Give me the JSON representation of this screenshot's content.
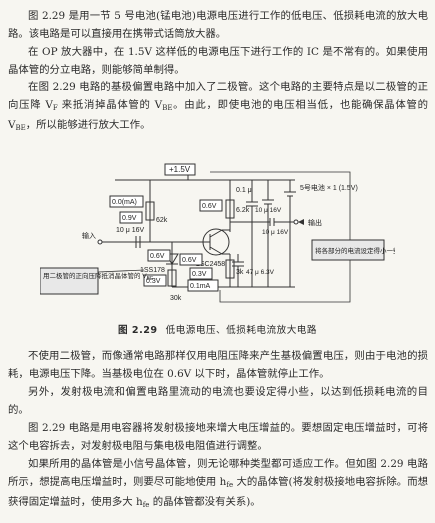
{
  "paragraphs": {
    "p1": "图 2.29 是用一节 5 号电池(锰电池)电源电压进行工作的低电压、低损耗电流的放大电路。该电路是可以直接用在携带式话筒放大器。",
    "p2": "在 OP 放大器中，在 1.5V 这样低的电源电压下进行工作的 IC 是不常有的。如果使用晶体管的分立电路，则能够简单制得。",
    "p3_a": "在图 2.29 电路的基极偏置电路中加入了二极管。这个电路的主要特点是以二极管的正向压降 V",
    "p3_sub1": "F",
    "p3_b": " 来抵消掉晶体管的 V",
    "p3_sub2": "BE",
    "p3_c": "。由此，即使电池的电压相当低，也能确保晶体管的 V",
    "p3_sub3": "BE",
    "p3_d": "，所以能够进行放大工作。",
    "p4": "不使用二极管，而像通常电路那样仅用电阻压降来产生基极偏置电压，则由于电池的损耗，电源电压下降。当基极电位在 0.6V 以下时，晶体管就停止工作。",
    "p5": "另外，发射极电流和偏置电路里流动的电流也要设定得小些，以达到低损耗电流的目的。",
    "p6": "图 2.29 电路是用电容器将发射极接地来增大电压增益的。要想固定电压增益时，可将这个电容拆去，对发射极电阻与集电极电阻值进行调整。",
    "p7_a": "如果所用的晶体管是小信号晶体管，则无论哪种类型都可适应工作。但如图 2.29 电路所示，想提高电压增益时，则要尽可能地使用 h",
    "p7_sub": "fe",
    "p7_b": " 大的晶体管(将发射极接地电容拆除。而想获得固定增益时，使用多大 h",
    "p7_sub2": "fe",
    "p7_c": " 的晶体管都没有关系)。"
  },
  "caption": {
    "number": "图 2.29",
    "text": "低电源电压、低损耗电流放大电路"
  },
  "circuit": {
    "supply": "+1.5V",
    "current_top": "0.0(mA)",
    "v_09": "0.9V",
    "r_62k": "62k",
    "input_label": "输入",
    "c_in": "10 μ 16V",
    "v_06_left": "0.6V",
    "diode": "1SS178",
    "diode_v": "0.3V",
    "r_30k": "30k",
    "v_06_right": "0.6V",
    "r_62k_coll": "6.2k",
    "c_bypass": "0.1 μ",
    "c_batt": "10 μ 16V",
    "battery_label": "5号电池 × 1 (1.5V)",
    "output_label": "输出",
    "c_out": "10 μ 16V",
    "transistor": "2SC2458",
    "v_06_base": "0.6V",
    "v_03": "0.3V",
    "i_01": "0.1mA",
    "r_3k": "3k",
    "c_emit": "47 μ 6.3V",
    "callout_left": "用二极管的正向压降抵消晶体管的 V",
    "callout_left_sub": "BE",
    "callout_right": "将各部分的电流设定得小一些"
  }
}
